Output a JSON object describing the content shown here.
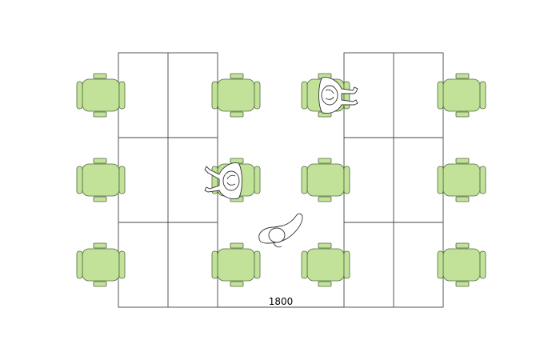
{
  "drawing": {
    "dimension_label": "1800"
  },
  "colors": {
    "chair_fill": "#c2e29a",
    "chair_stroke": "#4f6a3a",
    "table_stroke": "#444444",
    "person_stroke": "#333333",
    "background": "#ffffff"
  },
  "elements": {
    "tables": 4,
    "chairs": 12,
    "people": 3
  }
}
